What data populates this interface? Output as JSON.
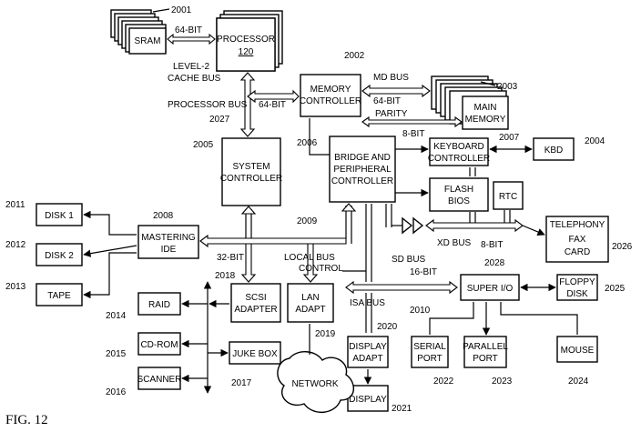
{
  "figure_label": "FIG. 12",
  "blocks": {
    "sram": {
      "label": [
        "SRAM"
      ],
      "ref": "2001"
    },
    "processor": {
      "label": [
        "PROCESSOR",
        "120"
      ]
    },
    "memory_controller": {
      "label": [
        "MEMORY",
        "CONTROLLER"
      ],
      "ref": "2002"
    },
    "main_memory": {
      "label": [
        "MAIN",
        "MEMORY"
      ],
      "ref": "2003"
    },
    "system_controller": {
      "label": [
        "SYSTEM",
        "CONTROLLER"
      ],
      "ref": "2005"
    },
    "bridge": {
      "label": [
        "BRIDGE AND",
        "PERIPHERAL",
        "CONTROLLER"
      ],
      "ref": "2006"
    },
    "keyboard_controller": {
      "label": [
        "KEYBOARD",
        "CONTROLLER"
      ],
      "ref": "2007"
    },
    "kbd": {
      "label": [
        "KBD"
      ],
      "ref": "2004"
    },
    "flash_bios": {
      "label": [
        "FLASH",
        "BIOS"
      ]
    },
    "rtc": {
      "label": [
        "RTC"
      ]
    },
    "telephony": {
      "label": [
        "TELEPHONY",
        "FAX",
        "CARD"
      ],
      "ref": "2026"
    },
    "disk1": {
      "label": [
        "DISK 1"
      ],
      "ref": "2011"
    },
    "disk2": {
      "label": [
        "DISK 2"
      ],
      "ref": "2012"
    },
    "tape": {
      "label": [
        "TAPE"
      ],
      "ref": "2013"
    },
    "mastering_ide": {
      "label": [
        "MASTERING",
        "IDE"
      ],
      "ref": "2008"
    },
    "scsi_adapter": {
      "label": [
        "SCSI",
        "ADAPTER"
      ],
      "ref": "2018"
    },
    "lan_adapt": {
      "label": [
        "LAN",
        "ADAPT"
      ],
      "ref": "2019"
    },
    "raid": {
      "label": [
        "RAID"
      ],
      "ref": "2014"
    },
    "cd_rom": {
      "label": [
        "CD-ROM"
      ],
      "ref": "2015"
    },
    "scanner": {
      "label": [
        "SCANNER"
      ],
      "ref": "2016"
    },
    "juke_box": {
      "label": [
        "JUKE BOX"
      ],
      "ref": "2017"
    },
    "network": {
      "label": [
        "NETWORK"
      ]
    },
    "super_io": {
      "label": [
        "SUPER I/O"
      ],
      "ref": "2028"
    },
    "floppy_disk": {
      "label": [
        "FLOPPY",
        "DISK"
      ],
      "ref": "2025"
    },
    "display_adapt": {
      "label": [
        "DISPLAY",
        "ADAPT"
      ],
      "ref": "2020"
    },
    "display": {
      "label": [
        "DISPLAY"
      ],
      "ref": "2021"
    },
    "serial_port": {
      "label": [
        "SERIAL",
        "PORT"
      ],
      "ref": "2022"
    },
    "parallel_port": {
      "label": [
        "PARALLEL",
        "PORT"
      ],
      "ref": "2023"
    },
    "mouse": {
      "label": [
        "MOUSE"
      ],
      "ref": "2024"
    }
  },
  "bus_labels": {
    "sram_width": "64-BIT",
    "level2": [
      "LEVEL-2",
      "CACHE BUS"
    ],
    "processor_bus": "PROCESSOR BUS",
    "processor_bus_ref": "2027",
    "processor_bus_width": "64-BIT",
    "md_bus": "MD BUS",
    "md_width": "64-BIT",
    "parity": "PARITY",
    "parity_width": "8-BIT",
    "local_bus_ref": "2009",
    "local_bus": "LOCAL BUS",
    "local_width": "32-BIT",
    "control": "CONTROL",
    "sd_bus": "SD BUS",
    "xd_bus": "XD BUS",
    "xd_width": "8-BIT",
    "isa_width": "16-BIT",
    "isa_bus": "ISA BUS",
    "isa_ref": "2010"
  }
}
